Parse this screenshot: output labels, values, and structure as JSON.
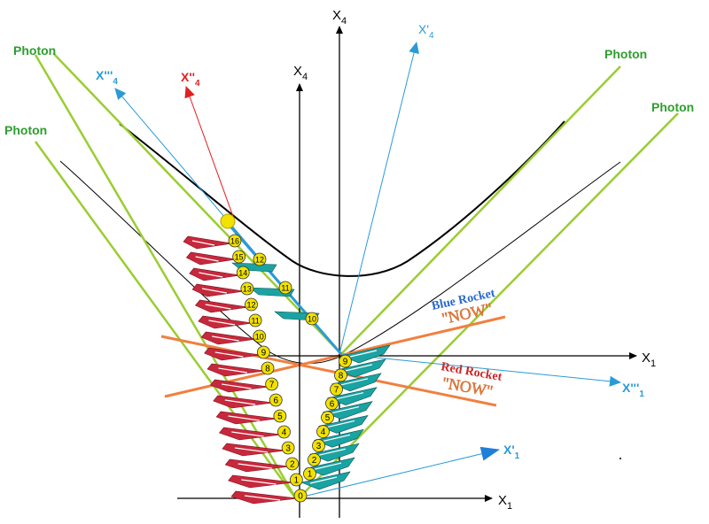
{
  "labels": {
    "photon": "Photon",
    "x4": "X",
    "x4_sub": "4",
    "x1": "X",
    "x1_sub": "1",
    "x4_prime": "X'",
    "x4_prime_sub": "4",
    "x4_dprime": "X''",
    "x4_dprime_sub": "4",
    "x4_tprime": "X'''",
    "x4_tprime_sub": "4",
    "x1_prime": "X'",
    "x1_prime_sub": "1",
    "x1_tprime": "X'''",
    "x1_tprime_sub": "1",
    "blue_rocket": "Blue Rocket",
    "blue_now": "\"NOW\"",
    "red_rocket": "Red Rocket",
    "red_now": "\"NOW\""
  },
  "red_markers": [
    "0",
    "1",
    "2",
    "3",
    "4",
    "5",
    "6",
    "7",
    "8",
    "9",
    "10",
    "11",
    "12",
    "13",
    "14",
    "15",
    "16"
  ],
  "blue_markers": [
    "1",
    "2",
    "3",
    "4",
    "5",
    "6",
    "7",
    "8",
    "9"
  ],
  "extra_markers": [
    "10",
    "11",
    "12"
  ],
  "colors": {
    "photon": "#9acd32",
    "photon_label": "#2e9e2e",
    "blue_axis": "#2a9bd6",
    "red_axis": "#e02020",
    "orange": "#f08040",
    "red_rocket": "#c8283c",
    "blue_rocket": "#1aa3a3",
    "marker": "#f2e200",
    "blue_rocket_text": "#2a6ac8",
    "red_rocket_text": "#c82828"
  }
}
